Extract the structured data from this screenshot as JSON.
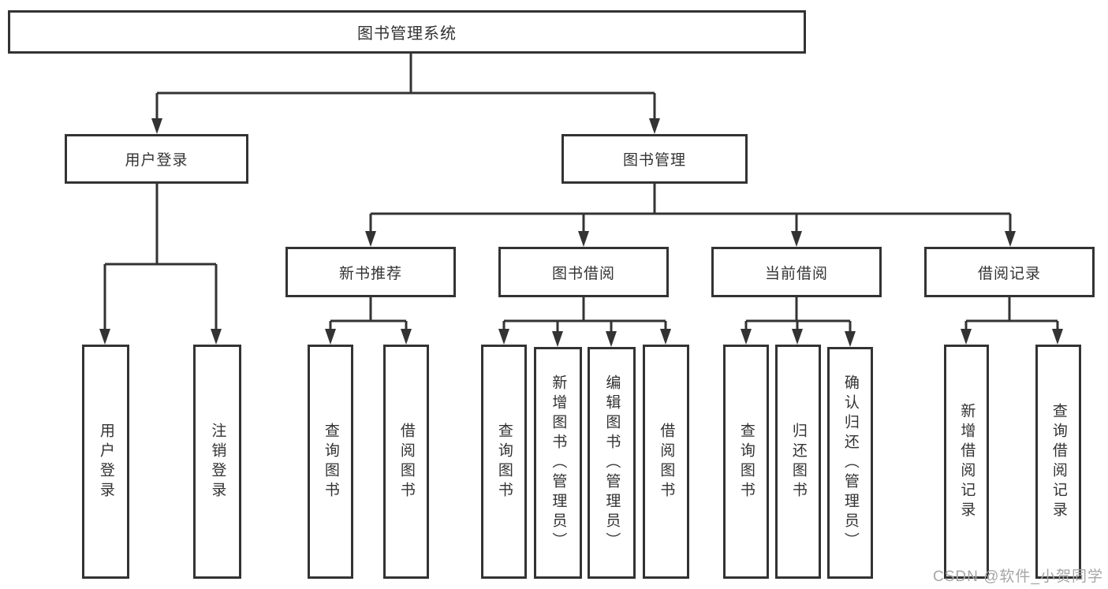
{
  "diagram_title": "图书管理系统",
  "tree": {
    "root": {
      "label": "图书管理系统"
    },
    "level2": [
      {
        "label": "用户登录"
      },
      {
        "label": "图书管理"
      }
    ],
    "level3": [
      {
        "label": "新书推荐"
      },
      {
        "label": "图书借阅"
      },
      {
        "label": "当前借阅"
      },
      {
        "label": "借阅记录"
      }
    ],
    "leaves": {
      "user_login": [
        "用户登录",
        "注销登录"
      ],
      "new_book": [
        "查询图书",
        "借阅图书"
      ],
      "book_borrow": [
        "查询图书",
        "新增图书（管理员）",
        "编辑图书（管理员）",
        "借阅图书"
      ],
      "current_borrow": [
        "查询图书",
        "归还图书",
        "确认归还（管理员）"
      ],
      "borrow_records": [
        "新增借阅记录",
        "查询借阅记录"
      ]
    }
  },
  "watermark": "CSDN @软件_小贺同学",
  "colors": {
    "line": "#333333",
    "text": "#333333",
    "watermark": "#a6a6a6",
    "background": "#ffffff"
  }
}
